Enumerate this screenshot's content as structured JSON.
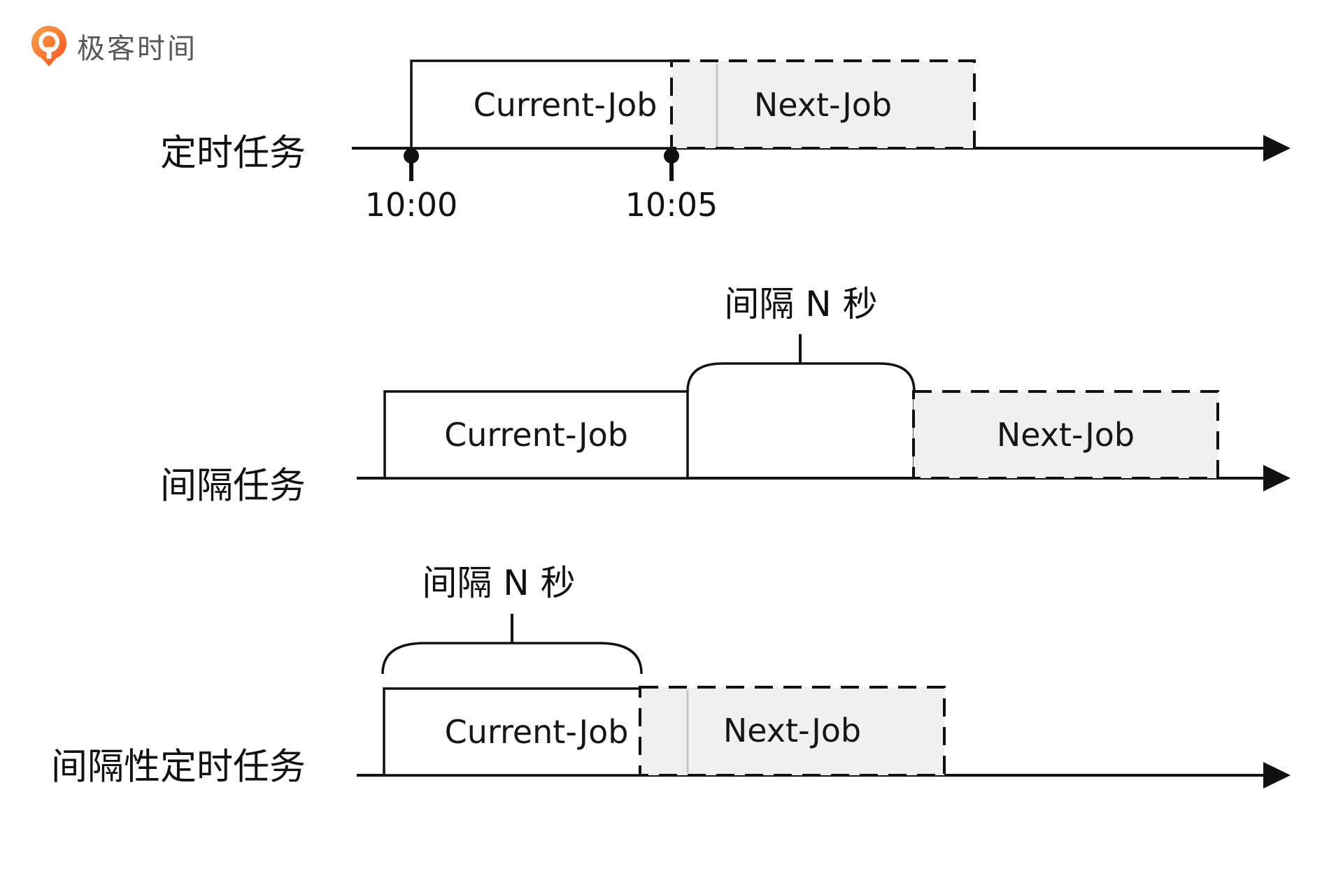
{
  "logo": {
    "brand_name": "极客时间",
    "icon": "geektime-pin-icon",
    "accent_orange": "#f4691e",
    "text_color": "#595757"
  },
  "colors": {
    "stroke_black": "#111111",
    "pending_job_fill": "#f0f0f0",
    "overlap_divider_gray": "#c4c4c4",
    "background": "#ffffff"
  },
  "rows": [
    {
      "id": "timed-task",
      "label": "定时任务",
      "current_job": "Current-Job",
      "next_job": "Next-Job",
      "start_time": "10:00",
      "next_time": "10:05"
    },
    {
      "id": "interval-task",
      "label": "间隔任务",
      "interval_label": "间隔 N 秒",
      "current_job": "Current-Job",
      "next_job": "Next-Job"
    },
    {
      "id": "interval-timed-task",
      "label": "间隔性定时任务",
      "interval_label": "间隔 N 秒",
      "current_job": "Current-Job",
      "next_job": "Next-Job"
    }
  ]
}
